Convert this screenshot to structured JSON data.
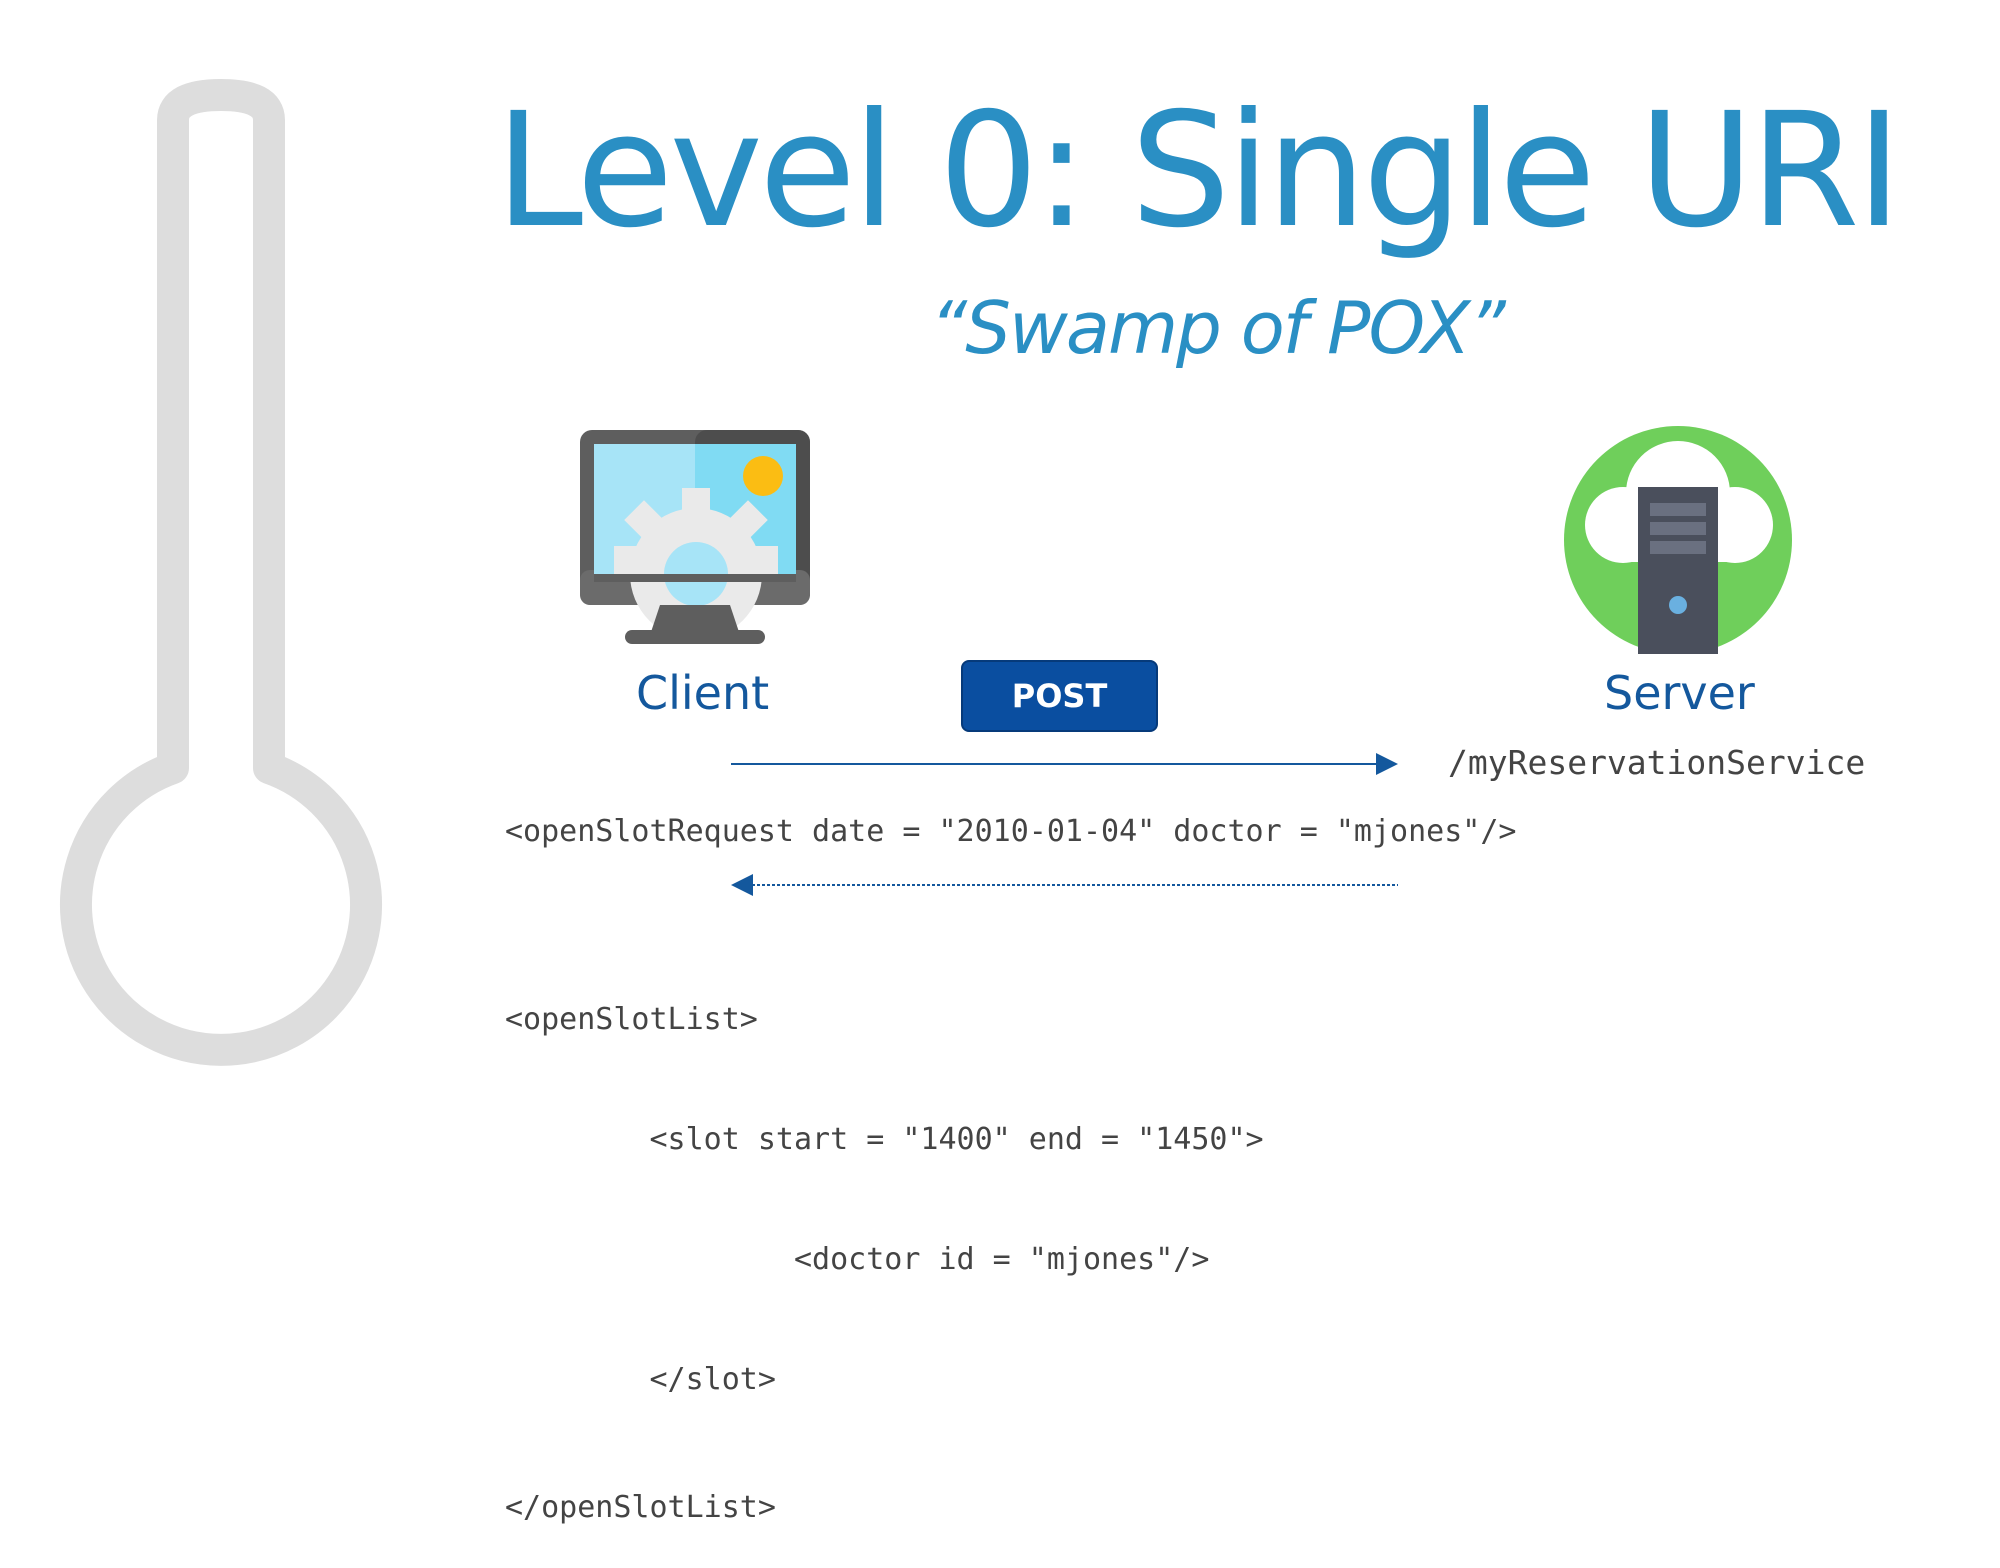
{
  "slide": {
    "title": "Level 0: Single URI",
    "subtitle": "“Swamp of POX”"
  },
  "client": {
    "label": "Client",
    "icon": "desktop-computer-gear-icon"
  },
  "server": {
    "label": "Server",
    "icon": "cloud-server-icon",
    "endpoint": "/myReservationService"
  },
  "request": {
    "method": "POST",
    "body": "<openSlotRequest date = \"2010-01-04\" doctor = \"mjones\"/>"
  },
  "response": {
    "lines": [
      "<openSlotList>",
      "        <slot start = \"1400\" end = \"1450\">",
      "                <doctor id = \"mjones\"/>",
      "        </slot>",
      "</openSlotList>"
    ]
  },
  "colors": {
    "title": "#2a8fc4",
    "label": "#14589d",
    "button": "#0a4ea0",
    "arrow": "#14589d",
    "thermometer": "#dddddd",
    "server_circle": "#6fcf5b"
  }
}
